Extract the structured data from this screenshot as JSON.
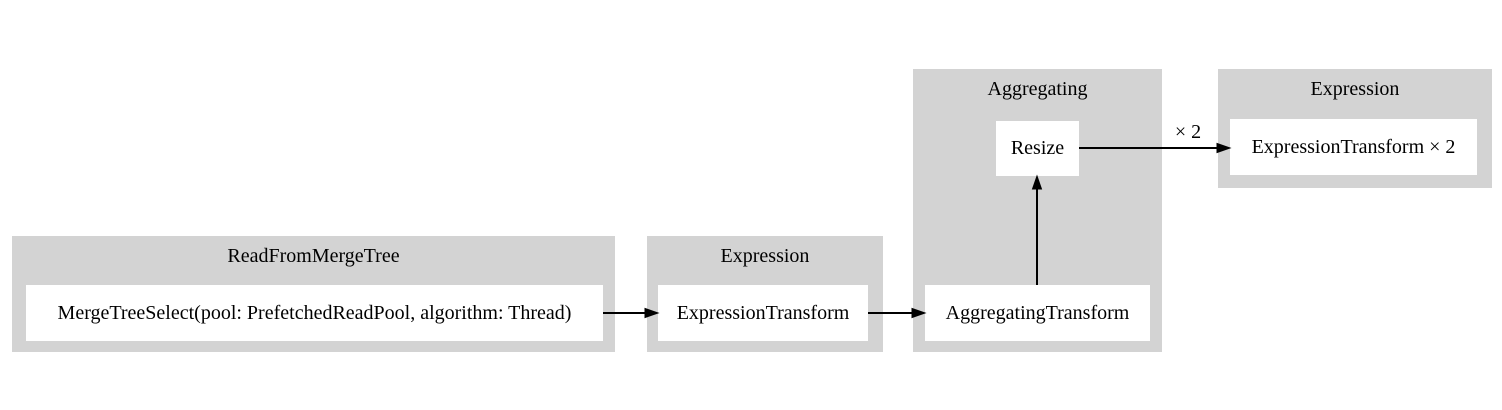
{
  "diagram": {
    "type": "query-pipeline-graph",
    "colors": {
      "background": "#ffffff",
      "cluster_fill": "#d3d3d3",
      "node_fill": "#ffffff",
      "edge": "#000000",
      "text": "#000000"
    },
    "clusters": [
      {
        "title": "ReadFromMergeTree",
        "nodes": [
          {
            "label": "MergeTreeSelect(pool: PrefetchedReadPool, algorithm: Thread)"
          }
        ]
      },
      {
        "title": "Expression",
        "nodes": [
          {
            "label": "ExpressionTransform"
          }
        ]
      },
      {
        "title": "Aggregating",
        "nodes": [
          {
            "label": "Resize"
          },
          {
            "label": "AggregatingTransform"
          }
        ]
      },
      {
        "title": "Expression",
        "nodes": [
          {
            "label": "ExpressionTransform × 2"
          }
        ]
      }
    ],
    "edges": [
      {
        "from": "MergeTreeSelect(pool: PrefetchedReadPool, algorithm: Thread)",
        "to": "ExpressionTransform",
        "label": ""
      },
      {
        "from": "ExpressionTransform",
        "to": "AggregatingTransform",
        "label": ""
      },
      {
        "from": "AggregatingTransform",
        "to": "Resize",
        "label": ""
      },
      {
        "from": "Resize",
        "to": "ExpressionTransform × 2",
        "label": "× 2"
      }
    ]
  }
}
